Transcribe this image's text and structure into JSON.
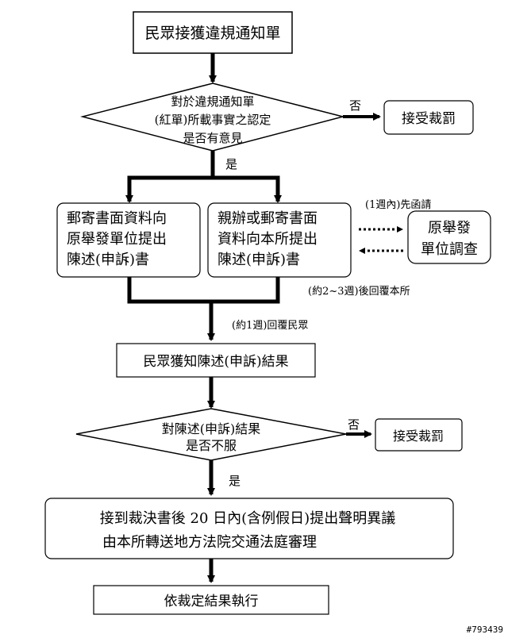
{
  "nodes": {
    "receive_notice": "民眾接獲違規通知單",
    "decision1_line1": "對於違規通知單",
    "decision1_line2": "(紅單)所載事實之認定",
    "decision1_line3": "是否有意見",
    "accept_penalty_1": "接受裁罰",
    "mail_box_line1": "郵寄書面資料向",
    "mail_box_line2": "原舉發單位提出",
    "mail_box_line3": "陳述(申訴)書",
    "office_box_line1": "親辦或郵寄書面",
    "office_box_line2": "資料向本所提出",
    "office_box_line3": "陳述(申訴)書",
    "investigate_line1": "原舉發",
    "investigate_line2": "單位調查",
    "result_notice": "民眾獲知陳述(申訴)結果",
    "decision2_line1": "對陳述(申訴)結果",
    "decision2_line2": "是否不服",
    "accept_penalty_2": "接受裁罰",
    "objection_line1": "接到裁決書後 20 日內(含例假日)提出聲明異議",
    "objection_line2": "由本所轉送地方法院交通法庭審理",
    "execute": "依裁定結果執行"
  },
  "labels": {
    "no_1": "否",
    "yes_1": "是",
    "week1_letter": "(1週內)先函請",
    "weeks_reply": "(約2~3週)後回覆本所",
    "week_reply_public": "(約1週)回覆民眾",
    "no_2": "否",
    "yes_2": "是"
  },
  "watermark": "#793439"
}
